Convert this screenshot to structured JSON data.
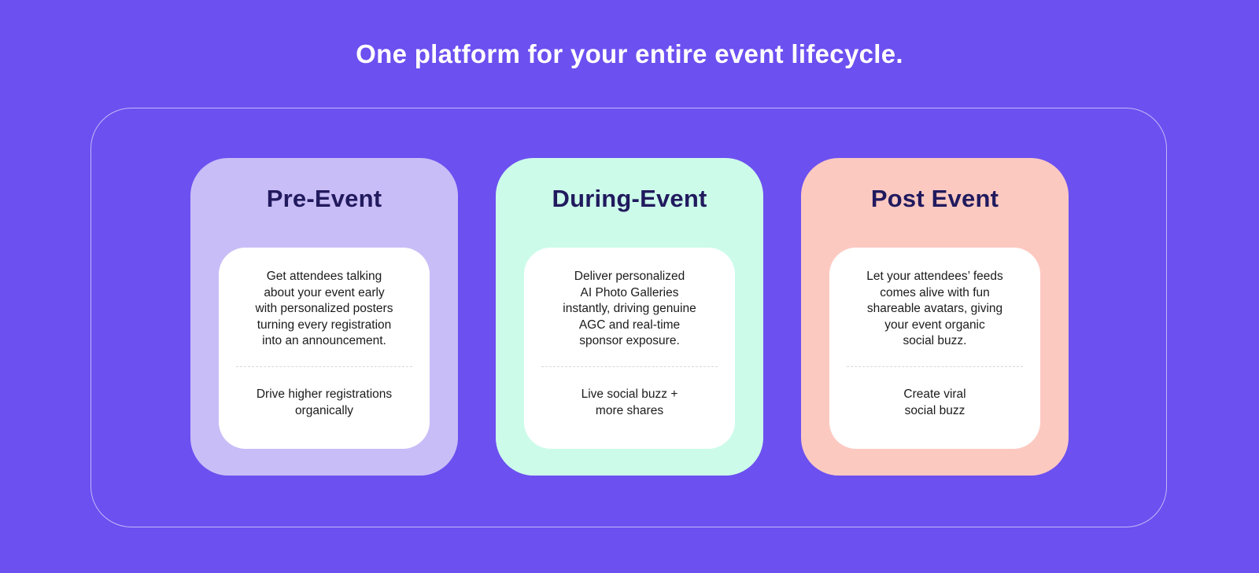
{
  "page": {
    "heading": "One platform for your entire event lifecycle.",
    "colors": {
      "background": "#6C50F0",
      "heading_text": "#FFFFFF",
      "card_title_text": "#211A5E",
      "body_text": "#1B1B1B",
      "inner_panel": "#FFFFFF",
      "frame_border": "rgba(255,255,255,0.6)",
      "card_pre_event_bg": "#C9BDF7",
      "card_during_event_bg": "#CCFBEA",
      "card_post_event_bg": "#FCC9C1"
    }
  },
  "cards": [
    {
      "id": "pre-event",
      "title": "Pre-Event",
      "description": "Get attendees talking\nabout your event early\nwith personalized posters\nturning every registration\ninto an announcement.",
      "highlight": "Drive higher registrations\norganically",
      "bg": "#C9BDF7"
    },
    {
      "id": "during-event",
      "title": "During-Event",
      "description": "Deliver personalized\nAI Photo Galleries\ninstantly, driving genuine\nAGC and real-time\nsponsor exposure.",
      "highlight": "Live social buzz +\nmore shares",
      "bg": "#CCFBEA"
    },
    {
      "id": "post-event",
      "title": "Post Event",
      "description": "Let your attendees’ feeds\ncomes alive with fun\nshareable avatars, giving\nyour event organic\nsocial buzz.",
      "highlight": "Create viral\nsocial buzz",
      "bg": "#FCC9C1"
    }
  ]
}
